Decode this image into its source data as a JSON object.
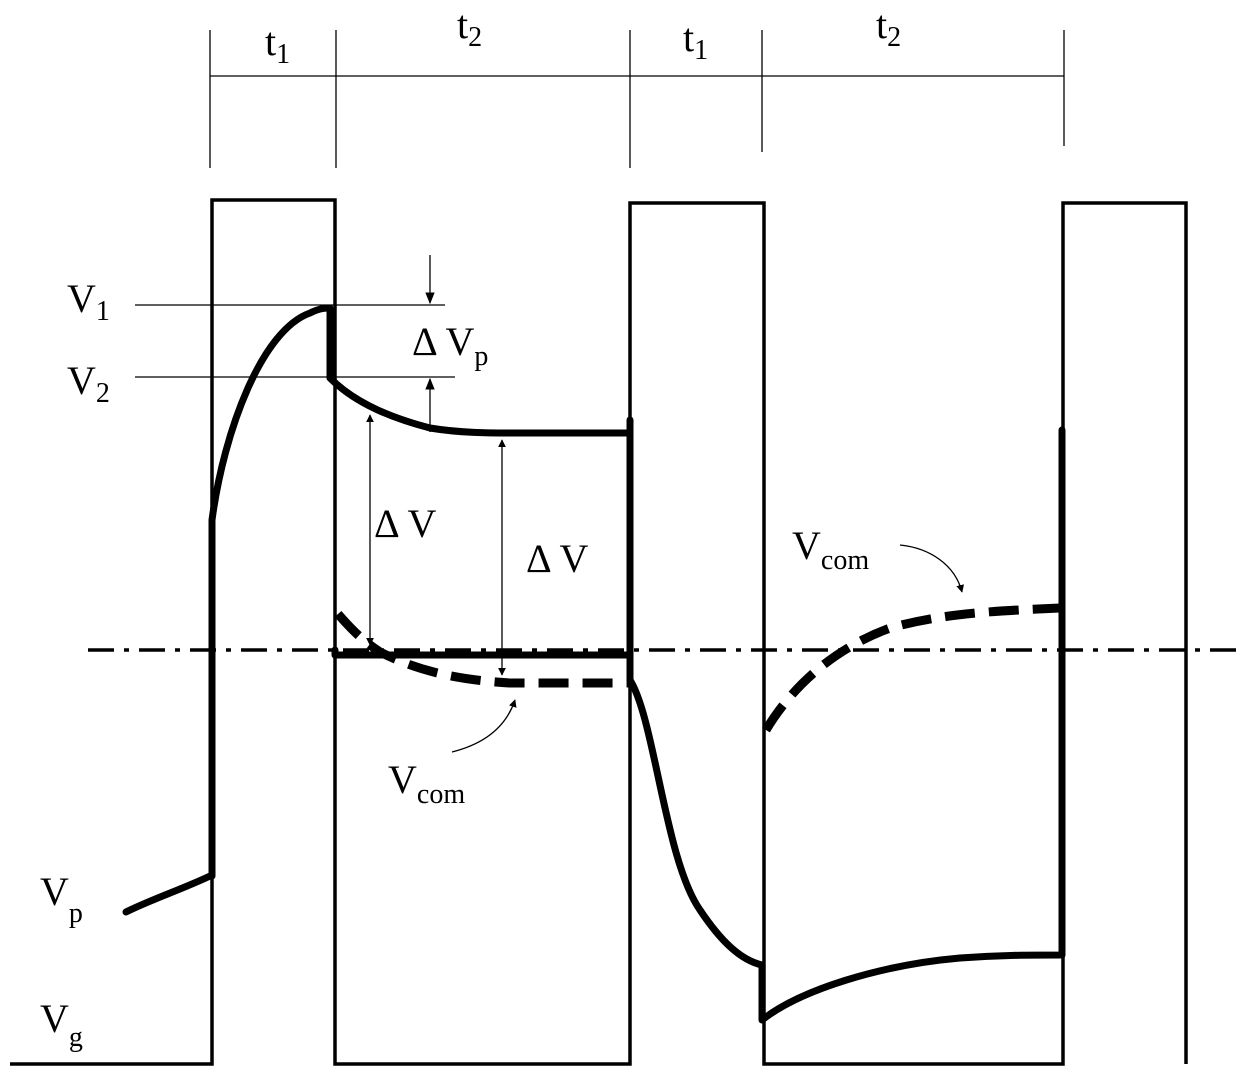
{
  "timing": {
    "t1": {
      "main": "t",
      "sub": "1"
    },
    "t2": {
      "main": "t",
      "sub": "2"
    }
  },
  "labels": {
    "v1": {
      "main": "V",
      "sub": "1"
    },
    "v2": {
      "main": "V",
      "sub": "2"
    },
    "delta_vp": {
      "main": "Δ V",
      "sub": "p"
    },
    "delta_v": "Δ V",
    "vcom": {
      "main": "V",
      "sub": "com"
    },
    "vp": {
      "main": "V",
      "sub": "p"
    },
    "vg": {
      "main": "V",
      "sub": "g"
    }
  }
}
